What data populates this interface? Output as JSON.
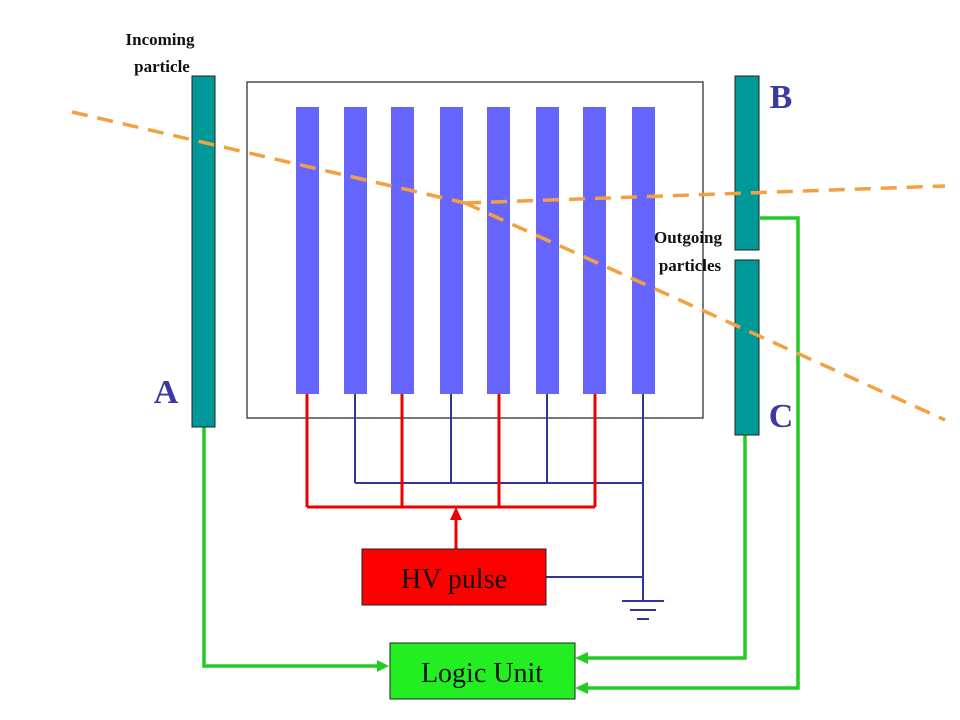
{
  "labels": {
    "incoming_line1": "Incoming",
    "incoming_line2": "particle",
    "outgoing_line1": "Outgoing",
    "outgoing_line2": "particles",
    "detector_a": "A",
    "detector_b": "B",
    "detector_c": "C",
    "hv_pulse": "HV pulse",
    "logic_unit": "Logic Unit"
  },
  "colors": {
    "detector": "#009999",
    "plate": "#6666ff",
    "hv_wire": "#ee0000",
    "ground_wire": "#333399",
    "signal_wire": "#22cc22",
    "track": "#f4a040",
    "hv_box": "#ff0000",
    "logic_box": "#22ee22",
    "letter": "#3a3aa0"
  }
}
